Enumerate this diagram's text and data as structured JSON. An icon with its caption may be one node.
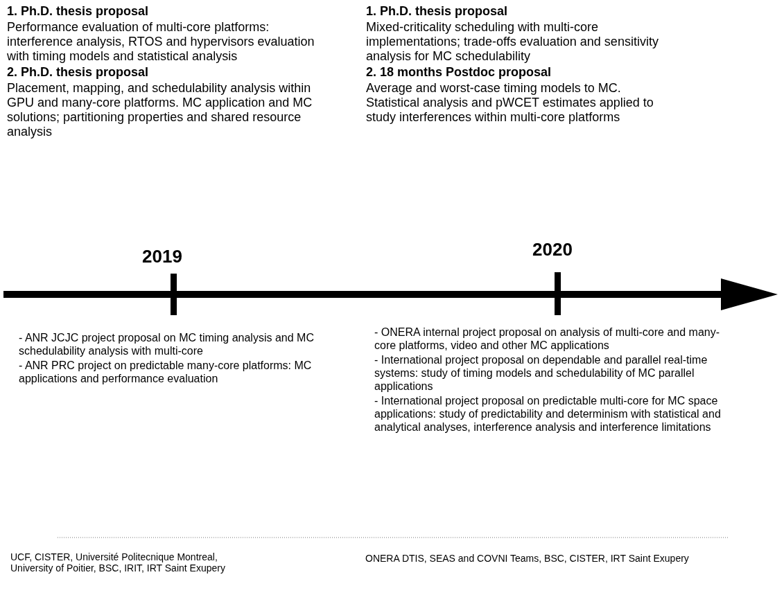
{
  "diagram": {
    "labels": [
      "1. Ph.D. thesis proposal",
      "Performance evaluation of multi-core platforms: interference analysis, RTOS and hypervisors evaluation with timing models and statistical analysis",
      "2. Ph.D. thesis proposal",
      "Placement, mapping, and schedulability analysis within GPU and many-core platforms. MC application and MC solutions; partitioning properties and shared resource analysis",
      "1. Ph.D. thesis proposal",
      "Mixed-criticality scheduling with multi-core implementations; trade-offs evaluation and sensitivity analysis for MC schedulability",
      "2. 18 months Postdoc proposal",
      "Average and worst-case timing models to MC. Statistical analysis  and pWCET estimates  applied to study interferences within multi-core platforms",
      "2019",
      "2020",
      "- ANR JCJC project proposal on MC timing analysis and MC schedulability analysis with multi-core",
      "- ANR PRC project on predictable many-core platforms: MC applications and performance evaluation",
      "- ONERA internal project proposal on analysis of multi-core and many-core platforms, video and other MC applications",
      "- International project proposal on dependable and parallel real-time systems: study of timing models and schedulability of MC parallel applications",
      "- International project proposal on predictable multi-core for MC space applications: study of predictability and determinism with statistical and analytical analyses, interference analysis and interference limitations",
      "UCF, CISTER, Université Politecnique Montreal, University of Poitier, BSC, IRIT, IRT Saint Exupery",
      "ONERA DTIS, SEAS and COVNI Teams, BSC, CISTER, IRT Saint Exupery"
    ]
  }
}
